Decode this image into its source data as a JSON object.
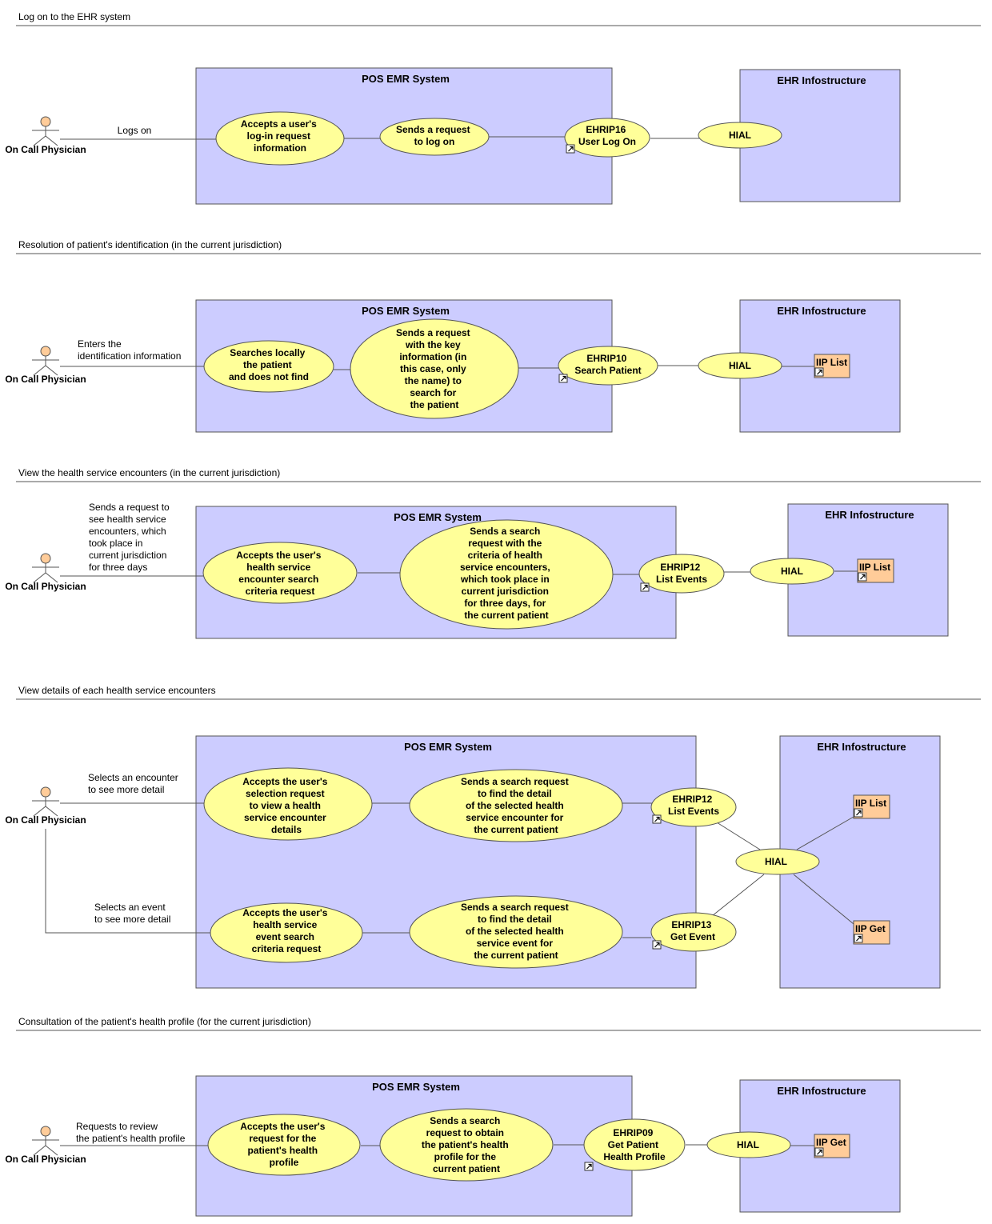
{
  "sections": [
    {
      "title": "Log on to the EHR system",
      "actor": "On Call Physician",
      "association": [
        "Logs on"
      ],
      "system_title": "POS EMR System",
      "usecases": [
        [
          "Accepts a user's",
          "log-in request",
          "information"
        ],
        [
          "Sends a request",
          "to log on"
        ],
        [
          "EHRIP16",
          "User Log On"
        ]
      ],
      "infra_title": "EHR Infostructure",
      "hial": "HIAL",
      "iip": []
    },
    {
      "title": "Resolution of patient's identification (in the current jurisdiction)",
      "actor": "On Call Physician",
      "association": [
        "Enters the",
        "identification information"
      ],
      "system_title": "POS EMR System",
      "usecases": [
        [
          "Searches locally",
          "the patient",
          "and does not find"
        ],
        [
          "Sends a request",
          "with the key",
          "information (in",
          "this case, only",
          "the name) to",
          "search for",
          "the patient"
        ],
        [
          "EHRIP10",
          "Search Patient"
        ]
      ],
      "infra_title": "EHR Infostructure",
      "hial": "HIAL",
      "iip": [
        "IIP List"
      ]
    },
    {
      "title": "View the health service encounters (in the current jurisdiction)",
      "actor": "On Call Physician",
      "association": [
        "Sends a request to",
        "see health service",
        "encounters, which",
        "took place in",
        "current jurisdiction",
        "for three days"
      ],
      "system_title": "POS EMR System",
      "usecases": [
        [
          "Accepts the user's",
          "health service",
          "encounter search",
          "criteria request"
        ],
        [
          "Sends a search",
          "request with the",
          "criteria of health",
          "service encounters,",
          "which took place in",
          "current jurisdiction",
          "for three days, for",
          "the current patient"
        ],
        [
          "EHRIP12",
          "List Events"
        ]
      ],
      "infra_title": "EHR Infostructure",
      "hial": "HIAL",
      "iip": [
        "IIP List"
      ]
    },
    {
      "title": "View details of each health service encounters",
      "actor": "On Call Physician",
      "association": [
        "Selects an encounter",
        "to see more detail"
      ],
      "association2": [
        "Selects an event",
        "to see more detail"
      ],
      "system_title": "POS EMR System",
      "usecases": [
        [
          "Accepts the user's",
          "selection request",
          "to view a health",
          "service encounter",
          "details"
        ],
        [
          "Sends a search request",
          "to find the detail",
          "of the selected health",
          "service encounter for",
          "the current patient"
        ],
        [
          "EHRIP12",
          "List Events"
        ],
        [
          "Accepts the user's",
          "health service",
          "event search",
          "criteria request"
        ],
        [
          "Sends a search request",
          "to find the detail",
          "of the selected health",
          "service event for",
          "the current patient"
        ],
        [
          "EHRIP13",
          "Get Event"
        ]
      ],
      "infra_title": "EHR Infostructure",
      "hial": "HIAL",
      "iip": [
        "IIP List",
        "IIP Get"
      ]
    },
    {
      "title": "Consultation of the patient's health profile (for the current jurisdiction)",
      "actor": "On Call Physician",
      "association": [
        "Requests to review",
        "the patient's health profile"
      ],
      "system_title": "POS EMR System",
      "usecases": [
        [
          "Accepts the user's",
          "request for the",
          "patient's health",
          "profile"
        ],
        [
          "Sends a search",
          "request to obtain",
          "the patient's health",
          "profile for the",
          "current patient"
        ],
        [
          "EHRIP09",
          "Get Patient",
          "Health Profile"
        ]
      ],
      "infra_title": "EHR Infostructure",
      "hial": "HIAL",
      "iip": [
        "IIP Get"
      ]
    }
  ],
  "colors": {
    "system_fill": "#ccccff",
    "usecase_fill": "#ffff99",
    "iip_fill": "#ffcc99",
    "actor_head": "#ffcc99",
    "line": "#555555"
  }
}
